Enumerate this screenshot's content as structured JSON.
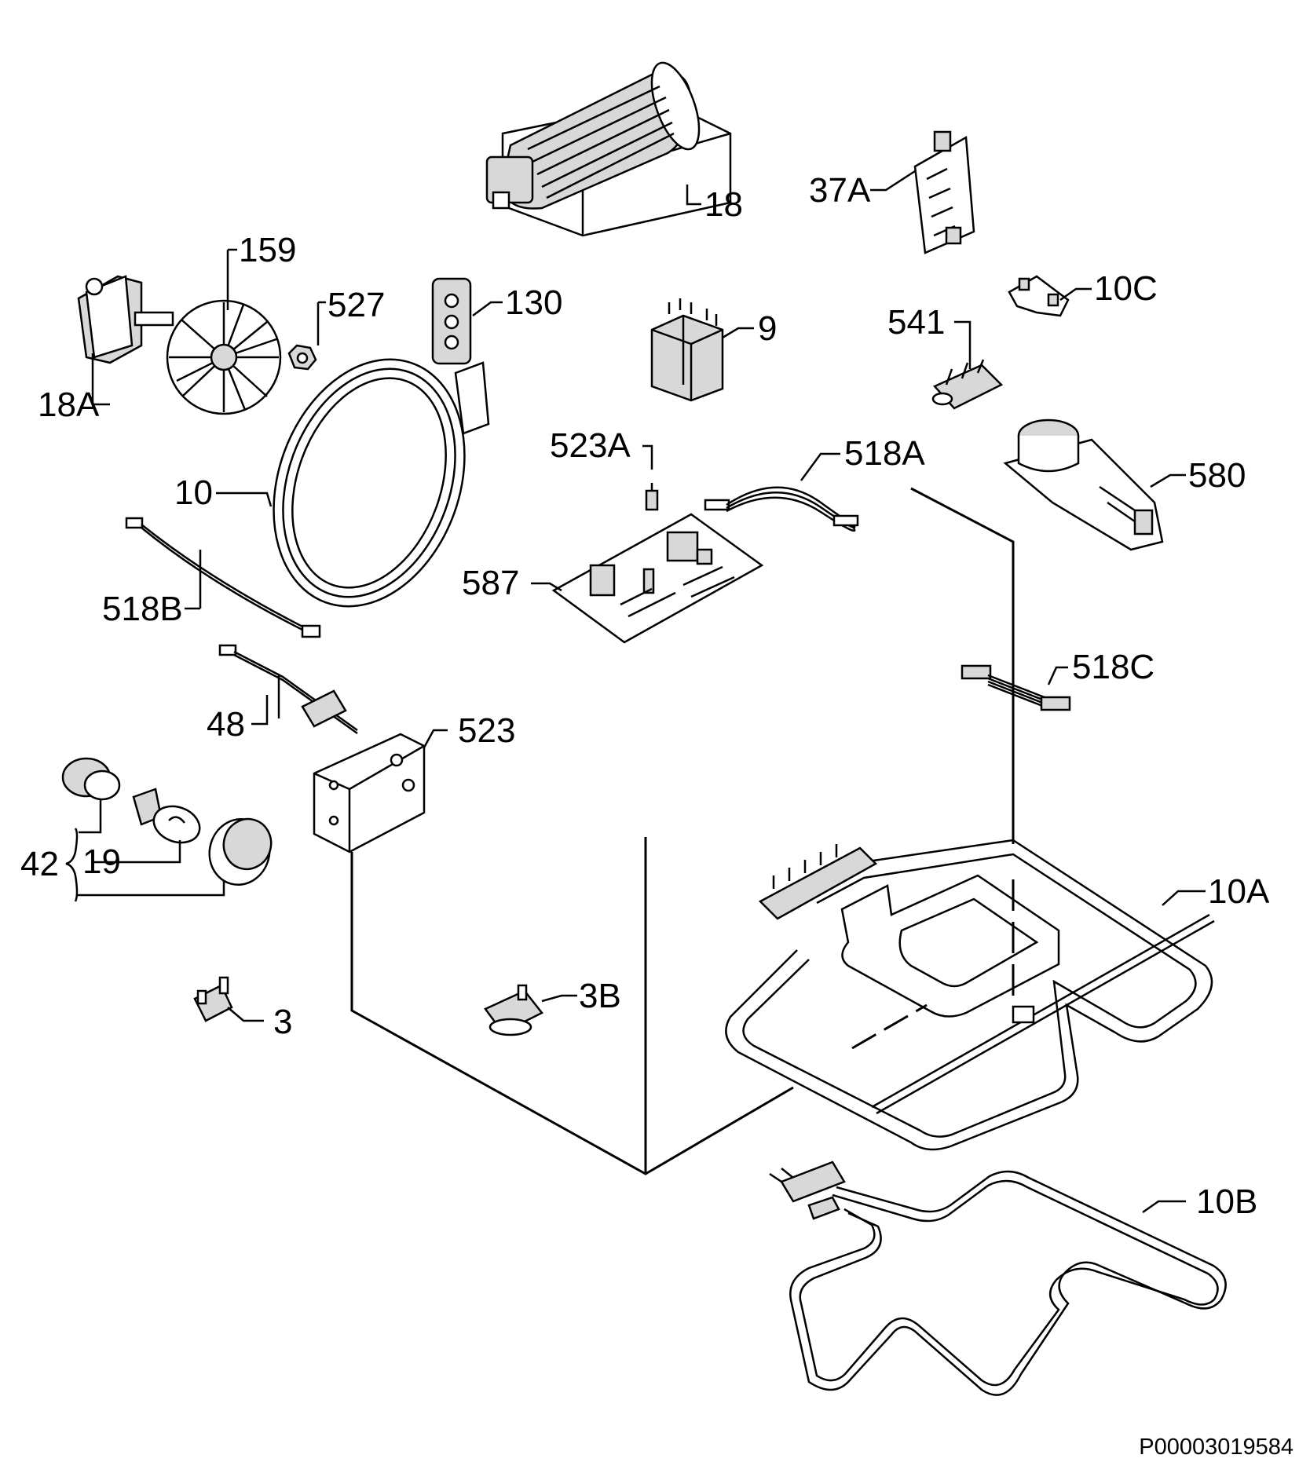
{
  "diagram": {
    "document_number": "P00003019584",
    "parts": [
      {
        "key": "18",
        "label": "18"
      },
      {
        "key": "18A",
        "label": "18A"
      },
      {
        "key": "159",
        "label": "159"
      },
      {
        "key": "527",
        "label": "527"
      },
      {
        "key": "130",
        "label": "130"
      },
      {
        "key": "9",
        "label": "9"
      },
      {
        "key": "37A",
        "label": "37A"
      },
      {
        "key": "10C",
        "label": "10C"
      },
      {
        "key": "541",
        "label": "541"
      },
      {
        "key": "523A",
        "label": "523A"
      },
      {
        "key": "518A",
        "label": "518A"
      },
      {
        "key": "580",
        "label": "580"
      },
      {
        "key": "10",
        "label": "10"
      },
      {
        "key": "587",
        "label": "587"
      },
      {
        "key": "518B",
        "label": "518B"
      },
      {
        "key": "518C",
        "label": "518C"
      },
      {
        "key": "48",
        "label": "48"
      },
      {
        "key": "523",
        "label": "523"
      },
      {
        "key": "42",
        "label": "42"
      },
      {
        "key": "19",
        "label": "19"
      },
      {
        "key": "10A",
        "label": "10A"
      },
      {
        "key": "3B",
        "label": "3B"
      },
      {
        "key": "3",
        "label": "3"
      },
      {
        "key": "10B",
        "label": "10B"
      }
    ]
  }
}
